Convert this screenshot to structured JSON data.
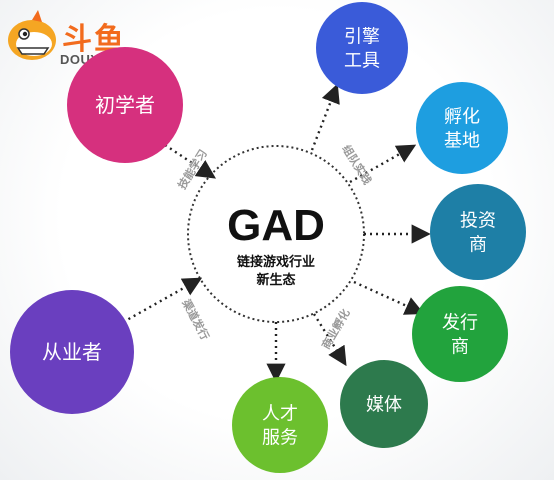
{
  "logo": {
    "brand_cn": "斗鱼",
    "brand_en": "DOUYU.COM",
    "icon": "shark-mascot-icon"
  },
  "center": {
    "title": "GAD",
    "subtitle_line1": "链接游戏行业",
    "subtitle_line2": "新生态"
  },
  "nodes": [
    {
      "id": "beginner",
      "lines": [
        "初学者"
      ],
      "color": "#d6307e"
    },
    {
      "id": "practitioner",
      "lines": [
        "从业者"
      ],
      "color": "#6a3fbf"
    },
    {
      "id": "engine",
      "lines": [
        "引擎",
        "工具"
      ],
      "color": "#3a5bd9"
    },
    {
      "id": "incubator",
      "lines": [
        "孵化",
        "基地"
      ],
      "color": "#1e9ee0"
    },
    {
      "id": "investor",
      "lines": [
        "投资",
        "商"
      ],
      "color": "#1e7fa6"
    },
    {
      "id": "publisher",
      "lines": [
        "发行",
        "商"
      ],
      "color": "#22a33d"
    },
    {
      "id": "media",
      "lines": [
        "媒体"
      ],
      "color": "#2d7a4d"
    },
    {
      "id": "talent",
      "lines": [
        "人才",
        "服务"
      ],
      "color": "#6cc02e"
    }
  ],
  "edge_labels": {
    "skill_learning": "技能学习",
    "team_building": "组队实践",
    "channel_publishing": "渠道发行",
    "commercial_incubation": "商业孵化"
  }
}
